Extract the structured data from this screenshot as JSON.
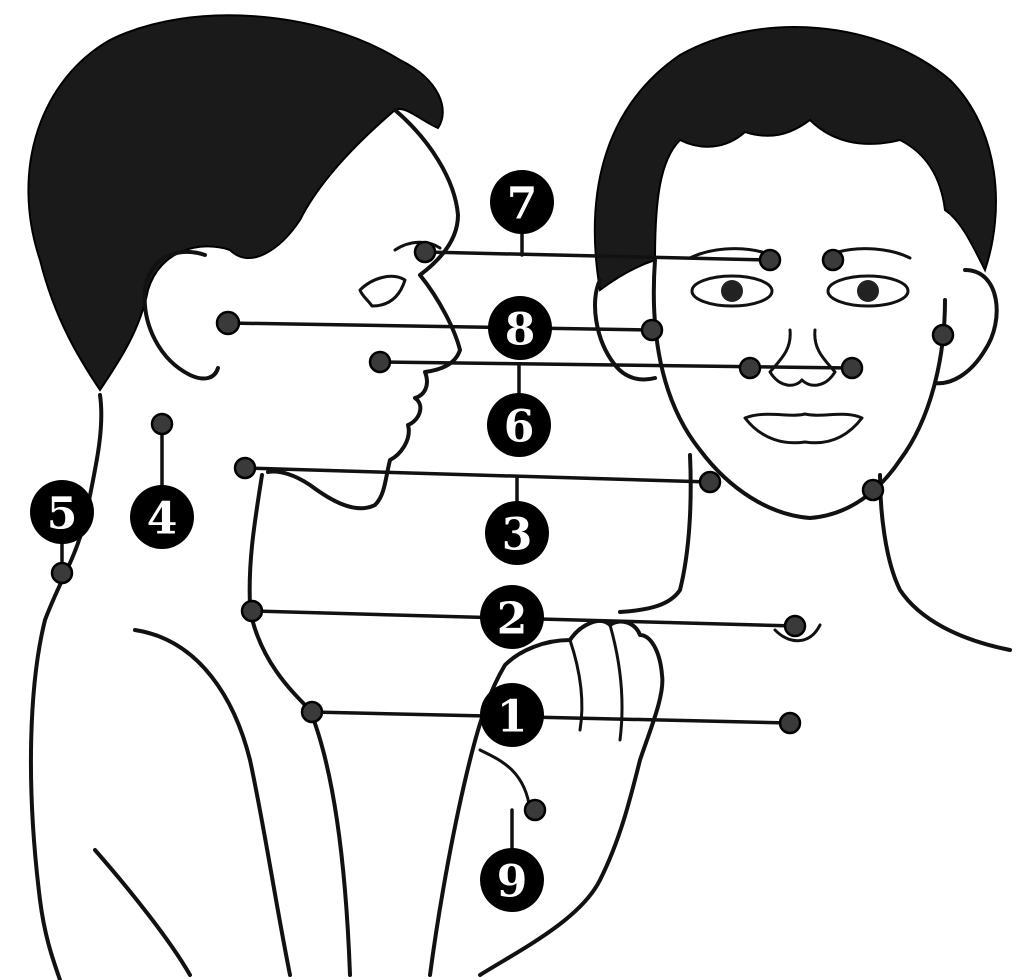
{
  "diagram": {
    "labels": [
      "1",
      "2",
      "3",
      "4",
      "5",
      "6",
      "7",
      "8",
      "9"
    ],
    "colors": {
      "ink": "#111111",
      "badge": "#000000",
      "badge_text": "#ffffff",
      "paper": "#ffffff"
    }
  }
}
